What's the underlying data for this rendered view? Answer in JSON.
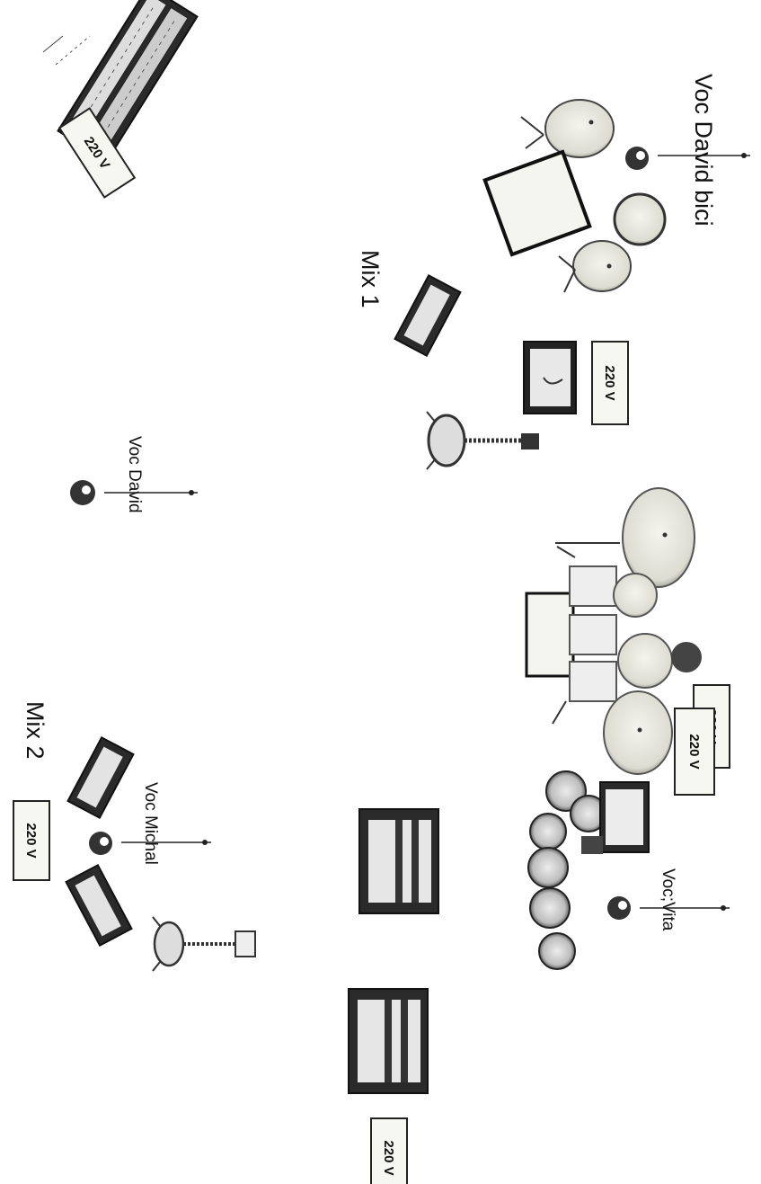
{
  "stage_plot": {
    "labels": {
      "voc_david_bicl": "Voc David bici",
      "voc_david": "Voc David",
      "voc_michal": "Voc Michal",
      "voc_vita": "Voc;Vita",
      "mix_1": "Mix 1",
      "mix_2": "Mix 2"
    },
    "power_label": "220 V"
  }
}
